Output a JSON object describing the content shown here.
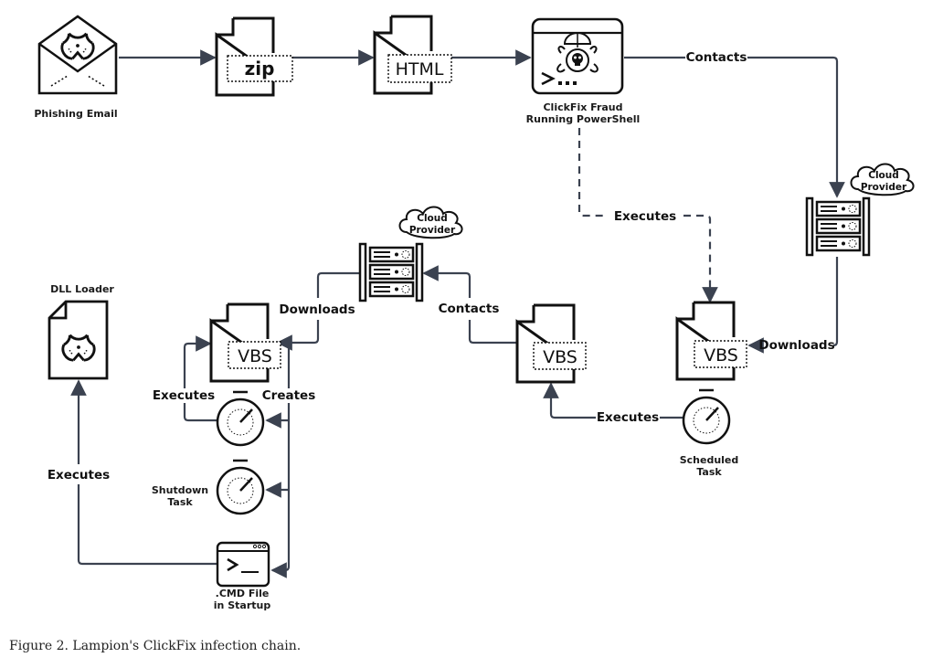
{
  "figure": {
    "caption": "Figure 2. Lampion's ClickFix infection chain.",
    "colors": {
      "line": "#3b4250",
      "icon": "#111111",
      "background": "#ffffff"
    }
  },
  "nodes": {
    "phishing_email": {
      "label": "Phishing Email",
      "icon": "envelope-biohazard-icon"
    },
    "zip": {
      "tag": "zip",
      "icon": "file-icon"
    },
    "html": {
      "tag": "HTML",
      "icon": "file-icon"
    },
    "clickfix": {
      "label_line1": "ClickFix Fraud",
      "label_line2": "Running PowerShell",
      "icon": "terminal-malware-icon"
    },
    "cloud_right": {
      "label_line1": "Cloud",
      "label_line2": "Provider",
      "icon": "server-rack-icon"
    },
    "cloud_mid": {
      "label_line1": "Cloud",
      "label_line2": "Provider",
      "icon": "server-rack-icon"
    },
    "vbs_right": {
      "tag": "VBS",
      "icon": "file-icon"
    },
    "vbs_mid": {
      "tag": "VBS",
      "icon": "file-icon"
    },
    "vbs_left": {
      "tag": "VBS",
      "icon": "file-icon"
    },
    "scheduled_task": {
      "label_line1": "Scheduled",
      "label_line2": "Task",
      "icon": "timer-icon"
    },
    "task_left": {
      "icon": "timer-icon"
    },
    "shutdown_task": {
      "label_line1": "Shutdown",
      "label_line2": "Task",
      "icon": "timer-icon"
    },
    "cmd_file": {
      "label_line1": ".CMD File",
      "label_line2": "in Startup",
      "icon": "terminal-window-icon"
    },
    "dll_loader": {
      "label": "DLL Loader",
      "icon": "file-biohazard-icon"
    }
  },
  "edges": {
    "clickfix_contacts": "Contacts",
    "clickfix_executes": "Executes",
    "cloud_downloads_right": "Downloads",
    "sched_executes": "Executes",
    "vbs_mid_contacts": "Contacts",
    "cloud_downloads_mid": "Downloads",
    "vbs_left_creates": "Creates",
    "task_executes": "Executes",
    "cmd_executes": "Executes"
  }
}
